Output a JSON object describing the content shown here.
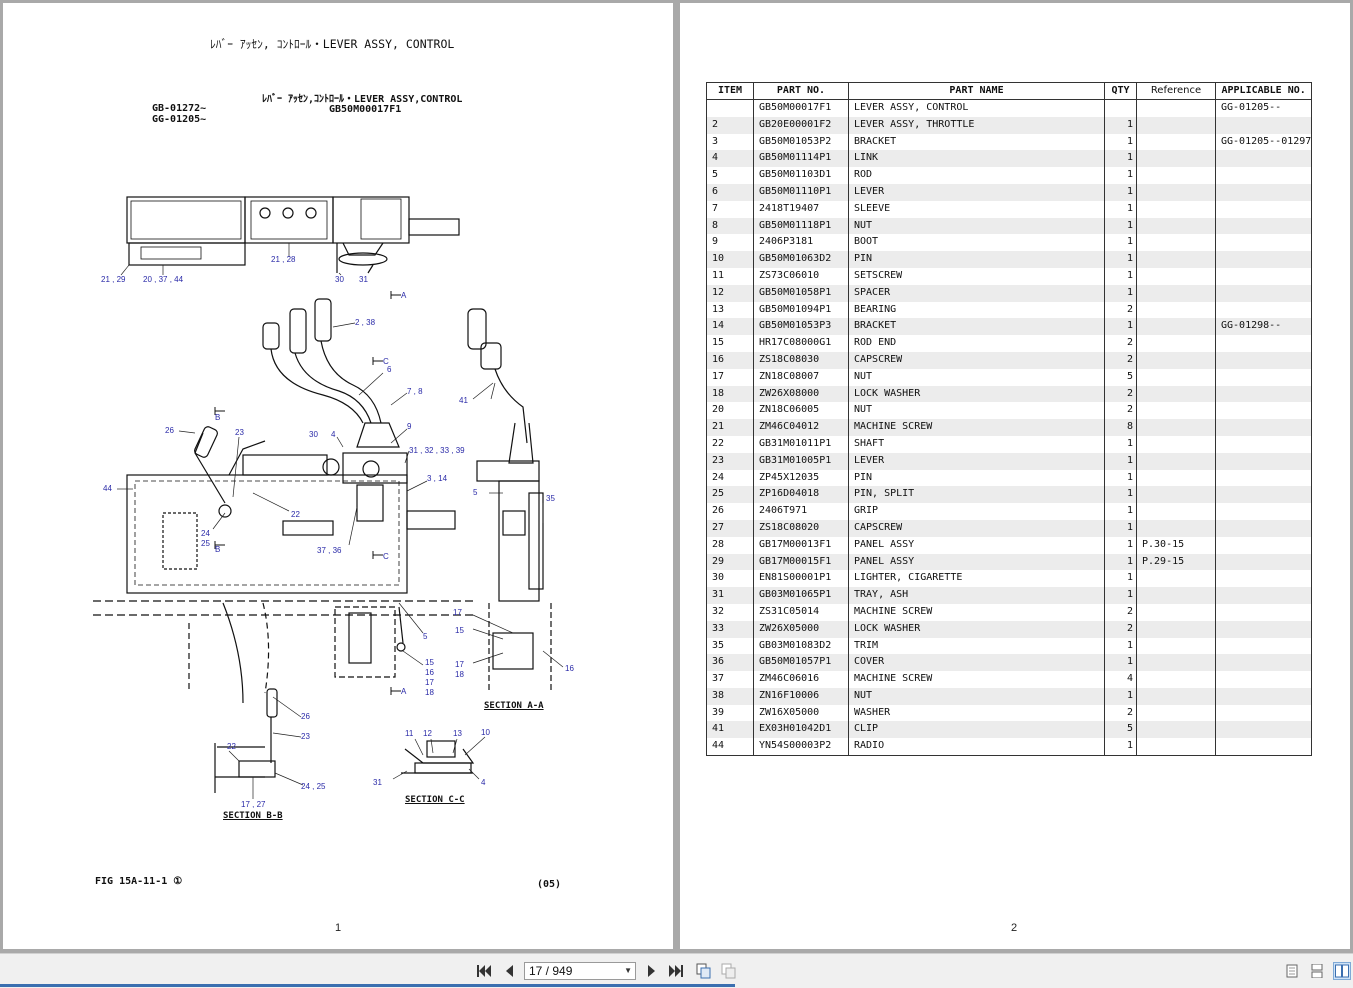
{
  "left_page": {
    "header_title": "ﾚﾊﾞｰ ｱｯｾﾝ, ｺﾝﾄﾛｰﾙ・LEVER ASSY, CONTROL",
    "drawing_title": "ﾚﾊﾞｰ ｱｯｾﾝ,ｺﾝﾄﾛｰﾙ・LEVER ASSY,CONTROL",
    "drawing_part_no": "GB50M00017F1",
    "serial_1": "GB-01272~",
    "serial_2": "GG-01205~",
    "fig_label": "FIG 15A-11-1 ①",
    "fig_rev": "(05)",
    "page_number": "1",
    "section_aa": "SECTION A-A",
    "section_bb": "SECTION B-B",
    "section_cc": "SECTION C-C",
    "callouts": {
      "c21_29": "21 , 29",
      "c20_37_44": "20 , 37 , 44",
      "c21_28": "21 , 28",
      "c30": "30",
      "c31": "31",
      "cA1": "A",
      "cA2": "A",
      "c2_38": "2 , 38",
      "cC1": "C",
      "cC2": "C",
      "c6": "6",
      "c7_8": "7 , 8",
      "c9": "9",
      "c4": "4",
      "c30b": "30",
      "c31_39": "31 , 32 , 33 , 39",
      "c3_14": "3 , 14",
      "c41": "41",
      "cB1": "B",
      "cB2": "B",
      "c26": "26",
      "c23": "23",
      "c44": "44",
      "c22": "22",
      "c24_25": "24",
      "c25": "25",
      "c37_36": "37 , 36",
      "c5": "5",
      "c35": "35",
      "c5b": "5",
      "c17": "17",
      "c15": "15",
      "c17_18": "17",
      "c18": "18",
      "c16": "16",
      "c15b": "15",
      "c16b": "16",
      "c17b": "17",
      "c18b": "18",
      "c26b": "26",
      "c23b": "23",
      "c22b": "22",
      "c24_25b": "24 , 25",
      "c17_27": "17 , 27",
      "c11": "11",
      "c12": "12",
      "c13": "13",
      "c10": "10",
      "c31b": "31",
      "c4b": "4"
    }
  },
  "right_page": {
    "page_number": "2",
    "columns": [
      "ITEM",
      "PART NO.",
      "PART NAME",
      "QTY",
      "Reference",
      "APPLICABLE NO."
    ],
    "rows": [
      {
        "item": "",
        "part_no": "GB50M00017F1",
        "name": "LEVER ASSY, CONTROL",
        "qty": "",
        "ref": "",
        "applicable": "GG-01205--"
      },
      {
        "item": "2",
        "part_no": "GB20E00001F2",
        "name": "LEVER ASSY, THROTTLE",
        "qty": "1",
        "ref": "",
        "applicable": ""
      },
      {
        "item": "3",
        "part_no": "GB50M01053P2",
        "name": "BRACKET",
        "qty": "1",
        "ref": "",
        "applicable": "GG-01205--01297"
      },
      {
        "item": "4",
        "part_no": "GB50M01114P1",
        "name": "LINK",
        "qty": "1",
        "ref": "",
        "applicable": ""
      },
      {
        "item": "5",
        "part_no": "GB50M01103D1",
        "name": "ROD",
        "qty": "1",
        "ref": "",
        "applicable": ""
      },
      {
        "item": "6",
        "part_no": "GB50M01110P1",
        "name": "LEVER",
        "qty": "1",
        "ref": "",
        "applicable": ""
      },
      {
        "item": "7",
        "part_no": "2418T19407",
        "name": "SLEEVE",
        "qty": "1",
        "ref": "",
        "applicable": ""
      },
      {
        "item": "8",
        "part_no": "GB50M01118P1",
        "name": "NUT",
        "qty": "1",
        "ref": "",
        "applicable": ""
      },
      {
        "item": "9",
        "part_no": "2406P3181",
        "name": "BOOT",
        "qty": "1",
        "ref": "",
        "applicable": ""
      },
      {
        "item": "10",
        "part_no": "GB50M01063D2",
        "name": "PIN",
        "qty": "1",
        "ref": "",
        "applicable": ""
      },
      {
        "item": "11",
        "part_no": "ZS73C06010",
        "name": "SETSCREW",
        "qty": "1",
        "ref": "",
        "applicable": ""
      },
      {
        "item": "12",
        "part_no": "GB50M01058P1",
        "name": "SPACER",
        "qty": "1",
        "ref": "",
        "applicable": ""
      },
      {
        "item": "13",
        "part_no": "GB50M01094P1",
        "name": "BEARING",
        "qty": "2",
        "ref": "",
        "applicable": ""
      },
      {
        "item": "14",
        "part_no": "GB50M01053P3",
        "name": "BRACKET",
        "qty": "1",
        "ref": "",
        "applicable": "GG-01298--"
      },
      {
        "item": "15",
        "part_no": "HR17C08000G1",
        "name": "ROD END",
        "qty": "2",
        "ref": "",
        "applicable": ""
      },
      {
        "item": "16",
        "part_no": "ZS18C08030",
        "name": "CAPSCREW",
        "qty": "2",
        "ref": "",
        "applicable": ""
      },
      {
        "item": "17",
        "part_no": "ZN18C08007",
        "name": "NUT",
        "qty": "5",
        "ref": "",
        "applicable": ""
      },
      {
        "item": "18",
        "part_no": "ZW26X08000",
        "name": "LOCK WASHER",
        "qty": "2",
        "ref": "",
        "applicable": ""
      },
      {
        "item": "20",
        "part_no": "ZN18C06005",
        "name": "NUT",
        "qty": "2",
        "ref": "",
        "applicable": ""
      },
      {
        "item": "21",
        "part_no": "ZM46C04012",
        "name": "MACHINE SCREW",
        "qty": "8",
        "ref": "",
        "applicable": ""
      },
      {
        "item": "22",
        "part_no": "GB31M01011P1",
        "name": "SHAFT",
        "qty": "1",
        "ref": "",
        "applicable": ""
      },
      {
        "item": "23",
        "part_no": "GB31M01005P1",
        "name": "LEVER",
        "qty": "1",
        "ref": "",
        "applicable": ""
      },
      {
        "item": "24",
        "part_no": "ZP45X12035",
        "name": "PIN",
        "qty": "1",
        "ref": "",
        "applicable": ""
      },
      {
        "item": "25",
        "part_no": "ZP16D04018",
        "name": "PIN, SPLIT",
        "qty": "1",
        "ref": "",
        "applicable": ""
      },
      {
        "item": "26",
        "part_no": "2406T971",
        "name": "GRIP",
        "qty": "1",
        "ref": "",
        "applicable": ""
      },
      {
        "item": "27",
        "part_no": "ZS18C08020",
        "name": "CAPSCREW",
        "qty": "1",
        "ref": "",
        "applicable": ""
      },
      {
        "item": "28",
        "part_no": "GB17M00013F1",
        "name": "PANEL ASSY",
        "qty": "1",
        "ref": "P.30-15",
        "applicable": ""
      },
      {
        "item": "29",
        "part_no": "GB17M00015F1",
        "name": "PANEL ASSY",
        "qty": "1",
        "ref": "P.29-15",
        "applicable": ""
      },
      {
        "item": "30",
        "part_no": "EN81S00001P1",
        "name": "LIGHTER, CIGARETTE",
        "qty": "1",
        "ref": "",
        "applicable": ""
      },
      {
        "item": "31",
        "part_no": "GB03M01065P1",
        "name": "TRAY, ASH",
        "qty": "1",
        "ref": "",
        "applicable": ""
      },
      {
        "item": "32",
        "part_no": "ZS31C05014",
        "name": "MACHINE SCREW",
        "qty": "2",
        "ref": "",
        "applicable": ""
      },
      {
        "item": "33",
        "part_no": "ZW26X05000",
        "name": "LOCK WASHER",
        "qty": "2",
        "ref": "",
        "applicable": ""
      },
      {
        "item": "35",
        "part_no": "GB03M01083D2",
        "name": "TRIM",
        "qty": "1",
        "ref": "",
        "applicable": ""
      },
      {
        "item": "36",
        "part_no": "GB50M01057P1",
        "name": "COVER",
        "qty": "1",
        "ref": "",
        "applicable": ""
      },
      {
        "item": "37",
        "part_no": "ZM46C06016",
        "name": "MACHINE SCREW",
        "qty": "4",
        "ref": "",
        "applicable": ""
      },
      {
        "item": "38",
        "part_no": "ZN16F10006",
        "name": "NUT",
        "qty": "1",
        "ref": "",
        "applicable": ""
      },
      {
        "item": "39",
        "part_no": "ZW16X05000",
        "name": "WASHER",
        "qty": "2",
        "ref": "",
        "applicable": ""
      },
      {
        "item": "41",
        "part_no": "EX03H01042D1",
        "name": "CLIP",
        "qty": "5",
        "ref": "",
        "applicable": ""
      },
      {
        "item": "44",
        "part_no": "YN54S00003P2",
        "name": "RADIO",
        "qty": "1",
        "ref": "",
        "applicable": ""
      }
    ]
  },
  "toolbar": {
    "page_indicator": "17 / 949",
    "icons": {
      "first": "first-page-icon",
      "prev": "previous-page-icon",
      "next": "next-page-icon",
      "last": "last-page-icon",
      "copy": "copy-icon",
      "copy_disabled": "paste-icon",
      "view_single": "single-page-view-icon",
      "view_continuous": "continuous-view-icon",
      "view_double": "two-page-view-icon"
    },
    "accent_color": "#3b6fb0"
  }
}
